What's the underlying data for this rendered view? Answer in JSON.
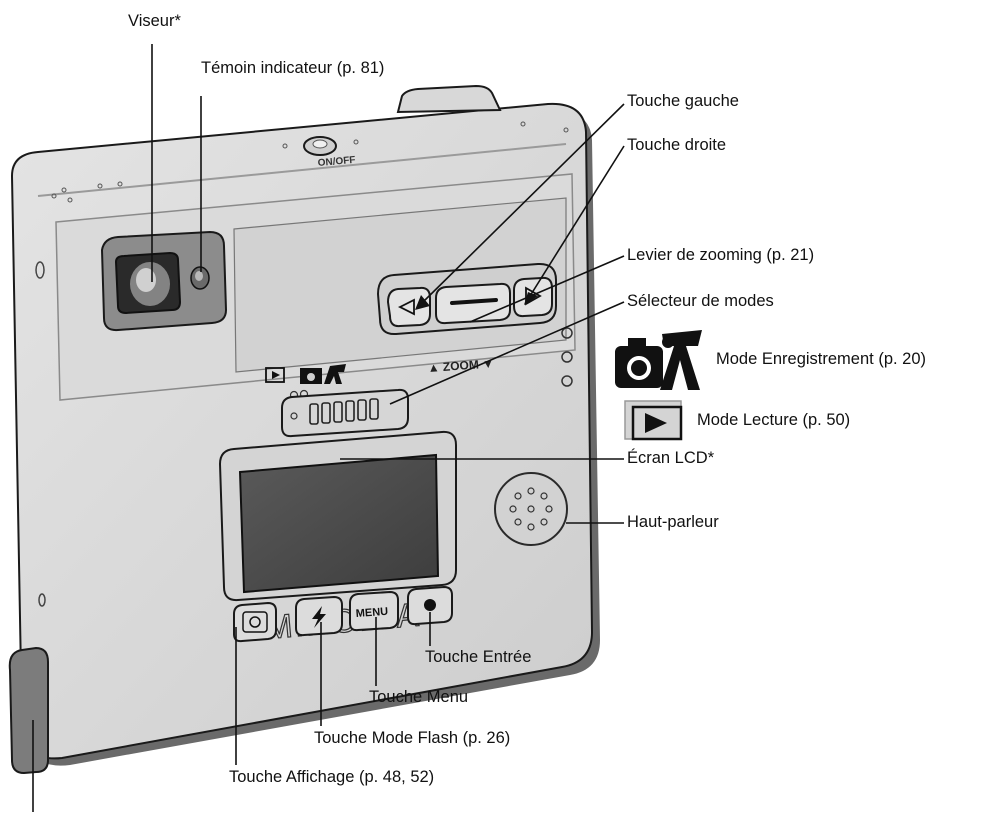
{
  "brand": "MINOLTA",
  "body_text": {
    "on_off": "ON/OFF",
    "zoom": "▲ ZOOM ▼",
    "menu_key": "MENU"
  },
  "callouts": {
    "viseur": "Viseur*",
    "temoin": "Témoin indicateur (p. 81)",
    "touche_gauche": "Touche gauche",
    "touche_droite": "Touche droite",
    "levier_zoom": "Levier de zooming (p. 21)",
    "selecteur_modes": "Sélecteur de modes",
    "mode_enregistrement": "Mode Enregistrement (p. 20)",
    "mode_lecture": "Mode Lecture (p. 50)",
    "ecran_lcd": "Écran LCD*",
    "haut_parleur": "Haut-parleur",
    "touche_entree": "Touche Entrée",
    "touche_menu": "Touche Menu",
    "touche_flash": "Touche Mode Flash (p. 26)",
    "touche_affichage": "Touche Affichage (p. 48, 52)"
  },
  "icons": {
    "record_mode": "camera-movie-icon",
    "play_mode": "play-icon"
  }
}
